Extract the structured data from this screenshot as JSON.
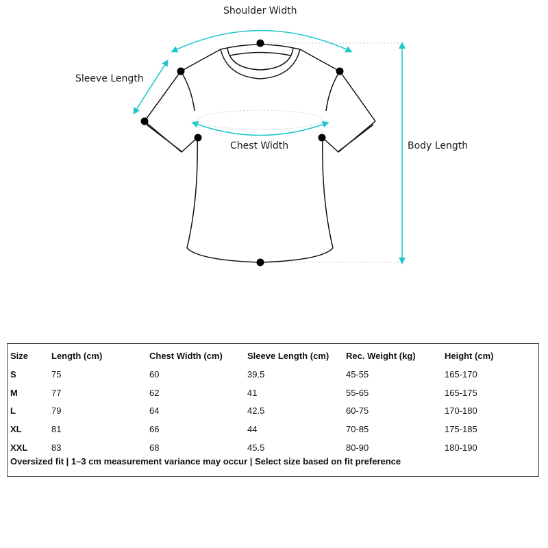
{
  "diagram": {
    "labels": {
      "shoulder_width": "Shoulder Width",
      "sleeve_length": "Sleeve Length",
      "chest_width": "Chest Width",
      "body_length": "Body Length"
    },
    "colors": {
      "arrow": "#1ec8cc",
      "outline": "#111111",
      "dotted_guide": "#c8c8c8"
    }
  },
  "table": {
    "headers": [
      "Size",
      "Length (cm)",
      "Chest Width (cm)",
      "Sleeve Length (cm)",
      "Rec. Weight (kg)",
      "Height (cm)"
    ],
    "rows": [
      [
        "S",
        "75",
        "60",
        "39.5",
        "45-55",
        "165-170"
      ],
      [
        "M",
        "77",
        "62",
        "41",
        "55-65",
        "165-175"
      ],
      [
        "L",
        "79",
        "64",
        "42.5",
        "60-75",
        "170-180"
      ],
      [
        "XL",
        "81",
        "66",
        "44",
        "70-85",
        "175-185"
      ],
      [
        "XXL",
        "83",
        "68",
        "45.5",
        "80-90",
        "180-190"
      ]
    ],
    "note": "Oversized fit | 1–3 cm measurement variance may occur | Select size based on fit preference"
  }
}
